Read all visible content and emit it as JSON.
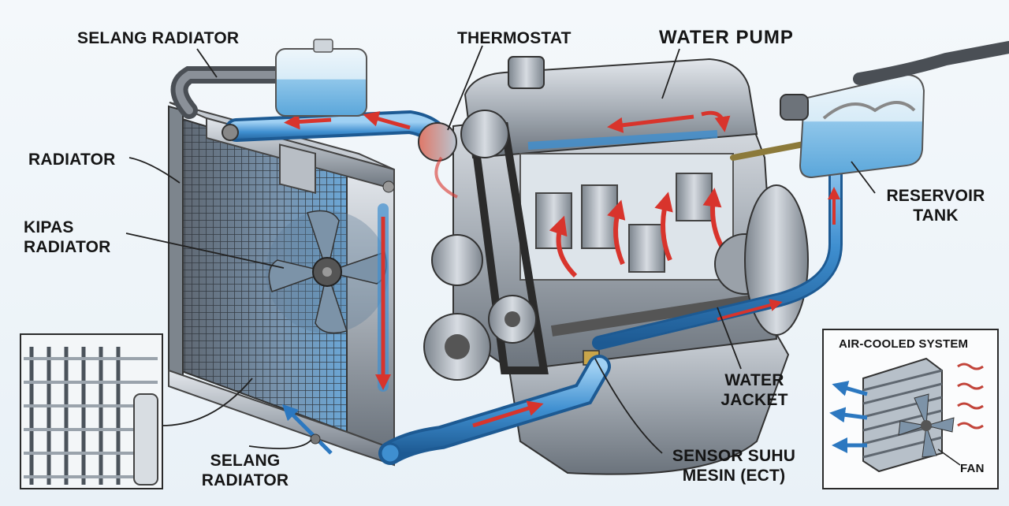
{
  "labels": {
    "selang_radiator_top": "SELANG RADIATOR",
    "thermostat": "THERMOSTAT",
    "water_pump": "WATER  PUMP",
    "radiator": "RADIATOR",
    "kipas_radiator": "KIPAS\nRADIATOR",
    "reservoir_tank": "RESERVOIR\nTANK",
    "water_jacket": "WATER\nJACKET",
    "selang_radiator_bottom": "SELANG\nRADIATOR",
    "sensor_suhu": "SENSOR SUHU\nMESIN (ECT)"
  },
  "inset": {
    "title": "AIR-COOLED SYSTEM",
    "fan_label": "FAN"
  },
  "colors": {
    "coolant_blue": "#3f8fd0",
    "hot_red": "#d8342c",
    "metal": "#a9b0b8"
  }
}
